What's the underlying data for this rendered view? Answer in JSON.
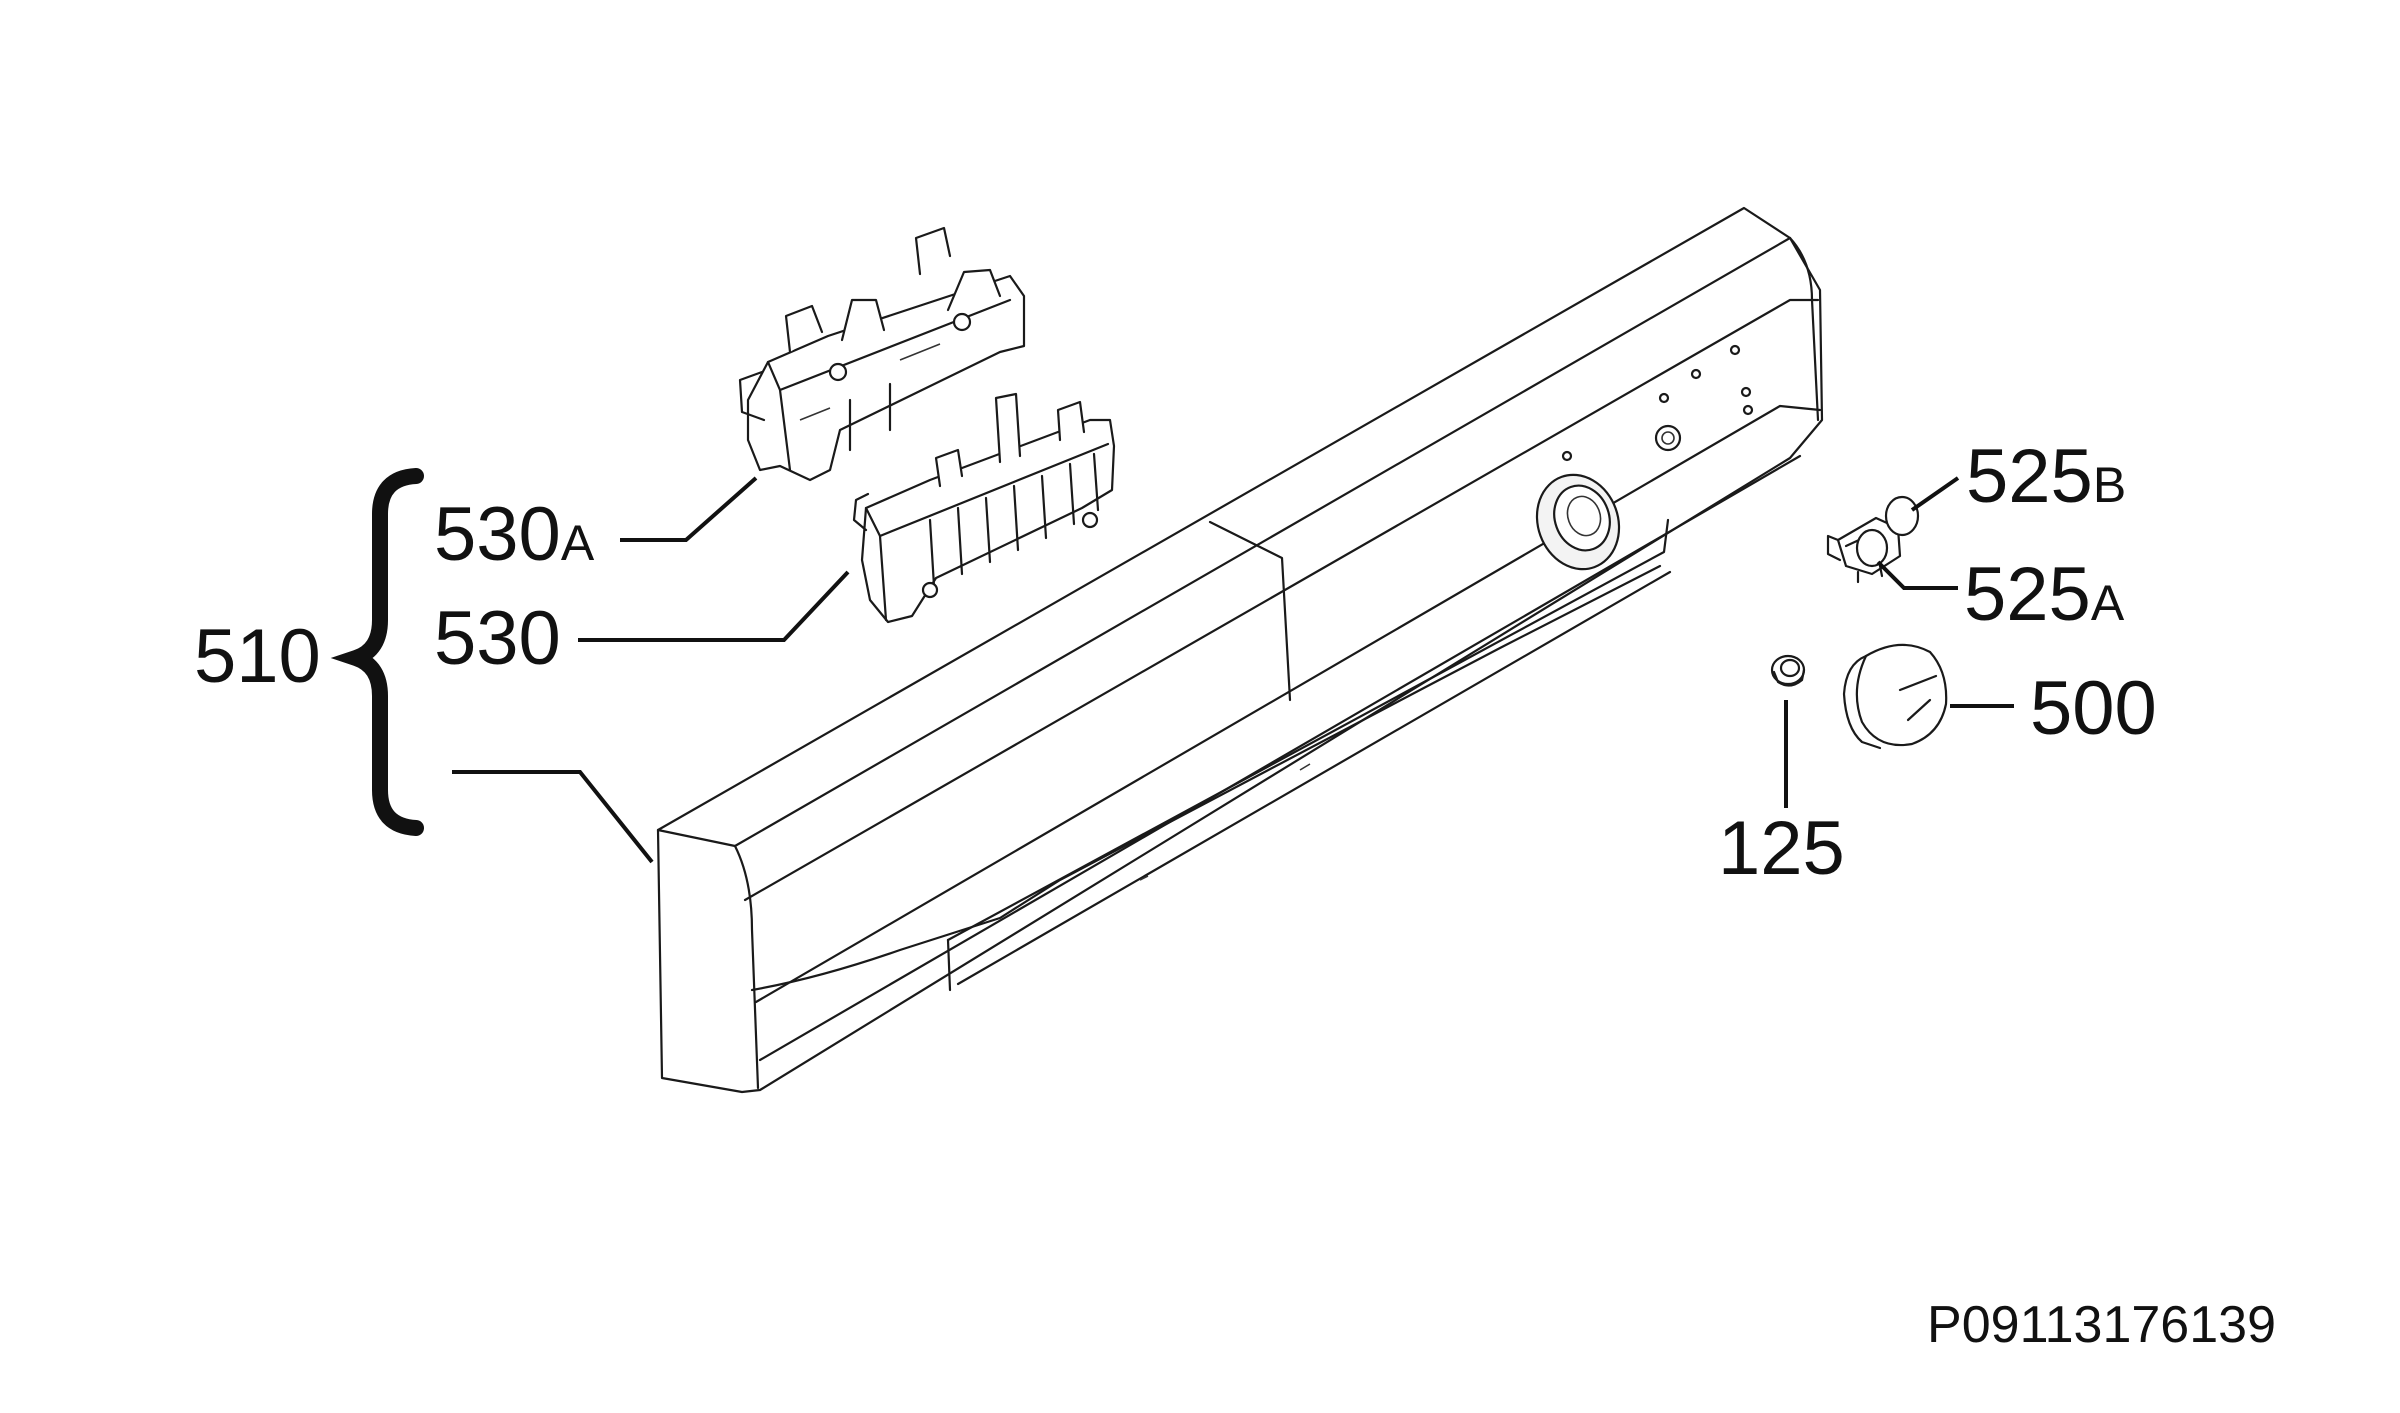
{
  "diagram": {
    "callouts": {
      "c530a": {
        "number": "530",
        "suffix": "A"
      },
      "c530": {
        "number": "530"
      },
      "c510": {
        "number": "510"
      },
      "c525b": {
        "number": "525",
        "suffix": "B"
      },
      "c525a": {
        "number": "525",
        "suffix": "A"
      },
      "c500": {
        "number": "500"
      },
      "c125": {
        "number": "125"
      }
    },
    "document_code": "P09113176139"
  }
}
